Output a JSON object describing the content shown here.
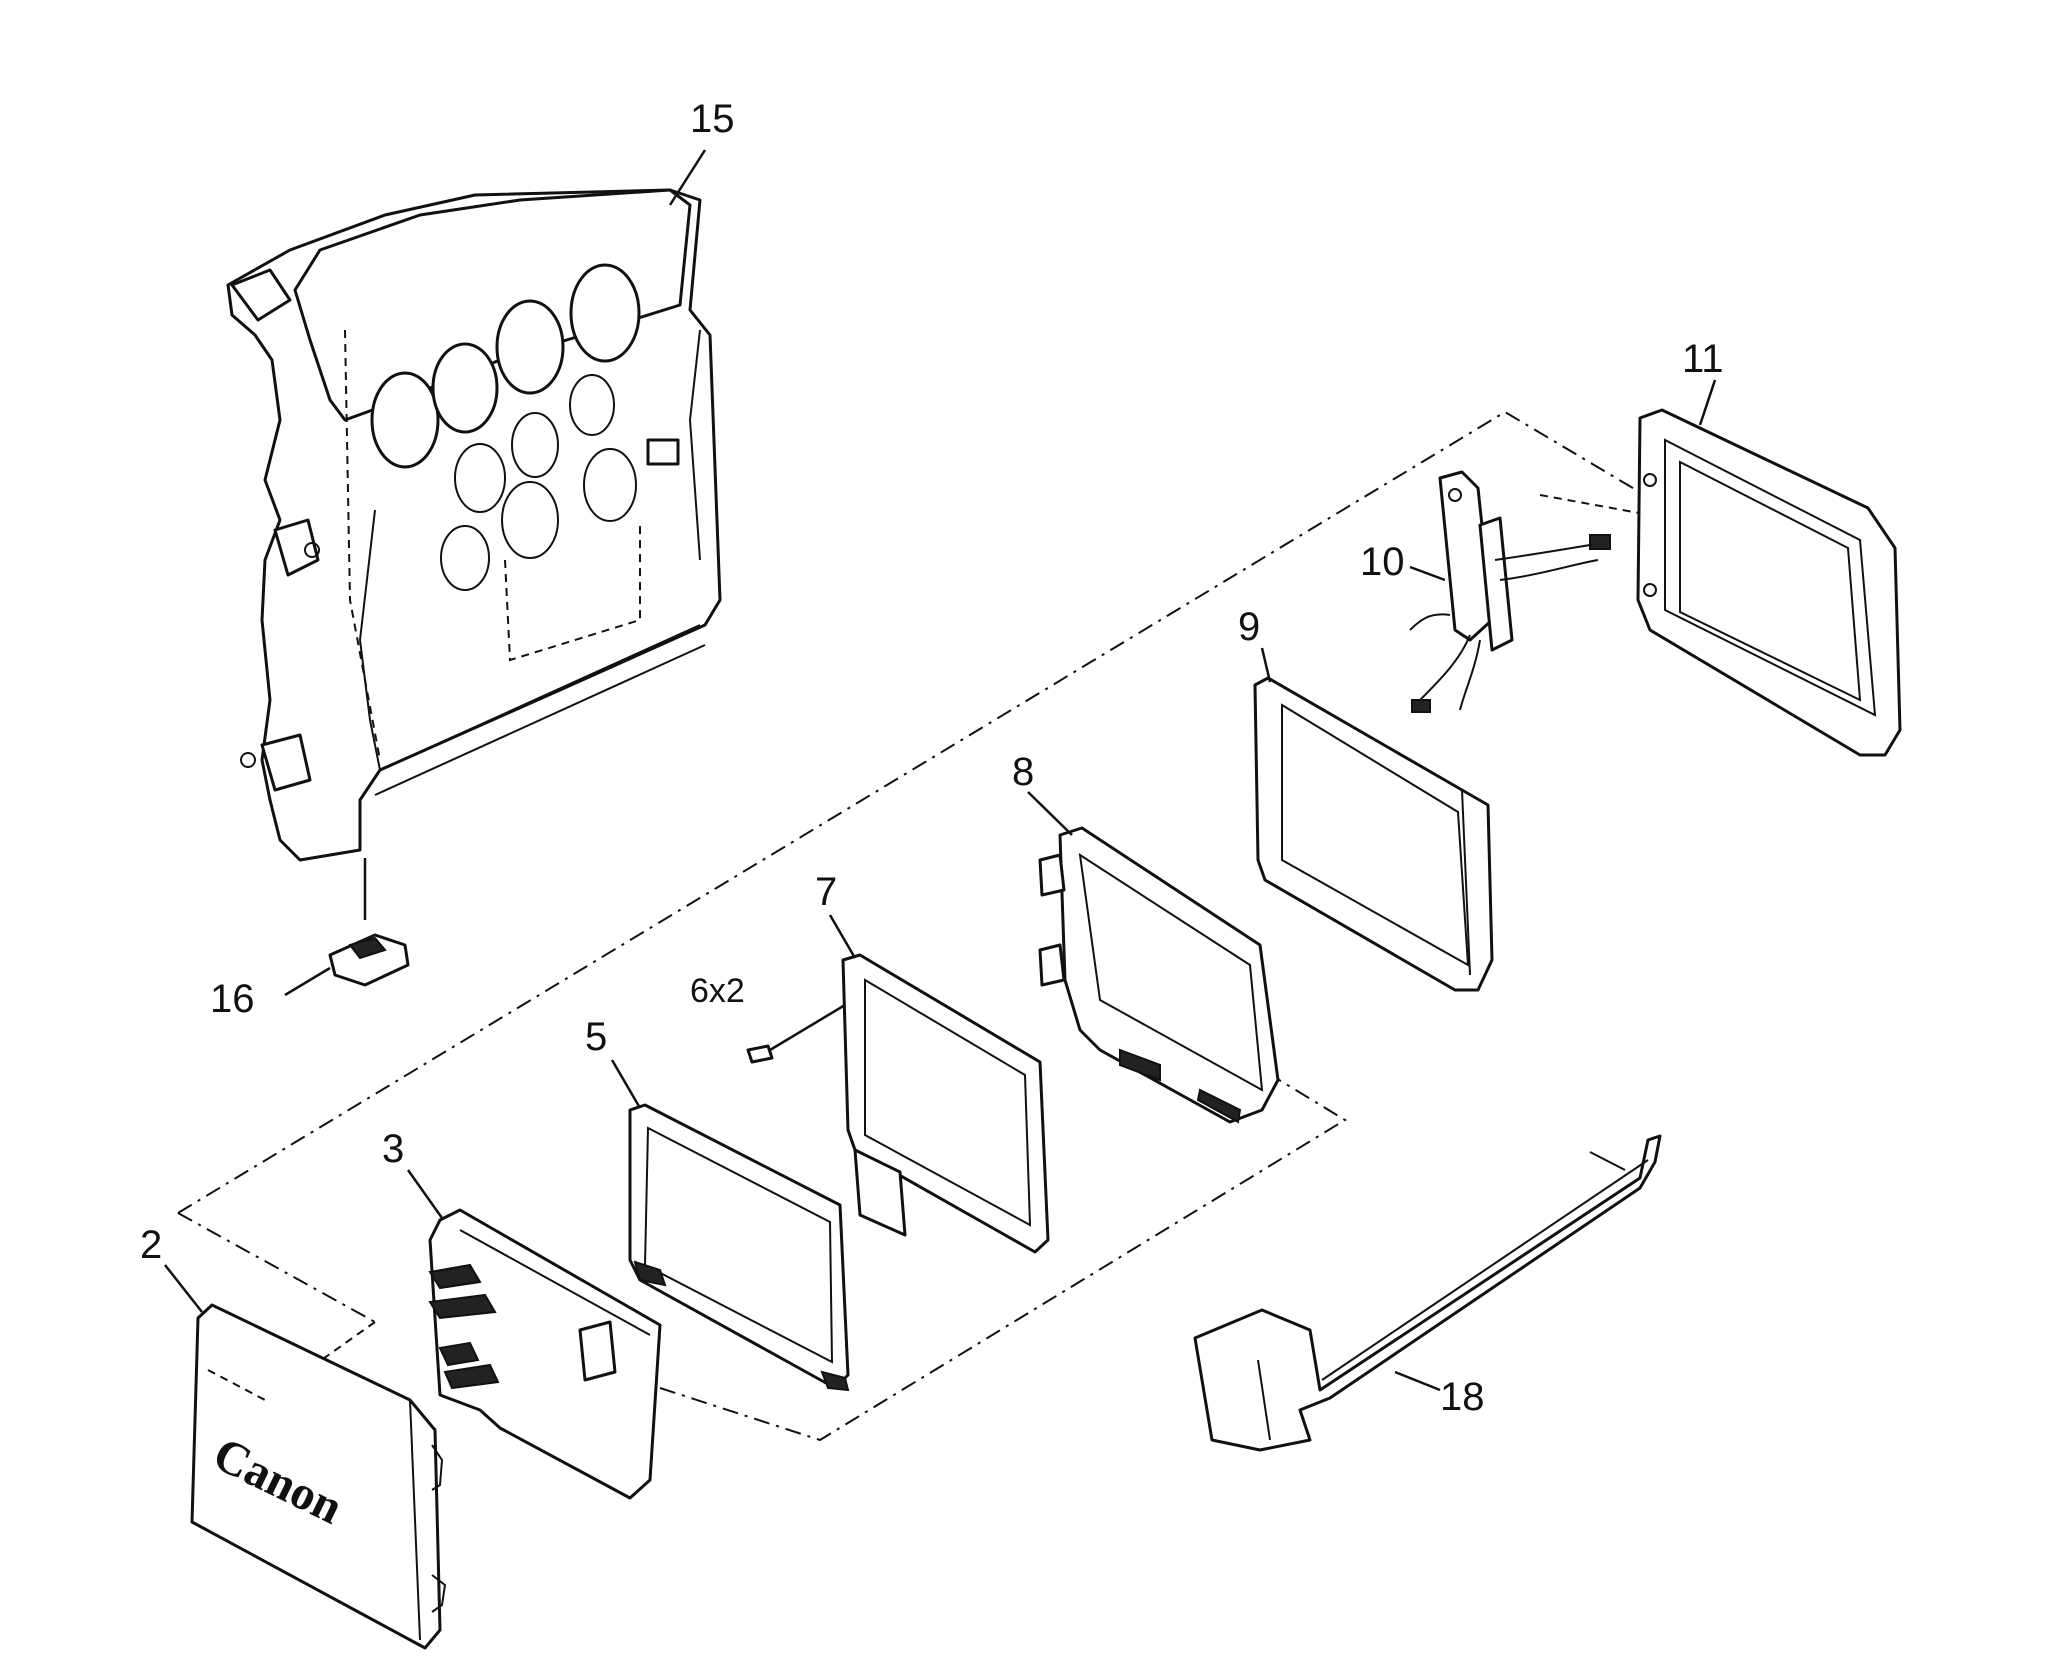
{
  "callouts": {
    "part_15": "15",
    "part_16": "16",
    "part_2": "2",
    "part_3": "3",
    "part_5": "5",
    "part_6": "6x2",
    "part_7": "7",
    "part_8": "8",
    "part_9": "9",
    "part_10": "10",
    "part_11": "11",
    "part_18": "18"
  },
  "logo_text": "Canon"
}
